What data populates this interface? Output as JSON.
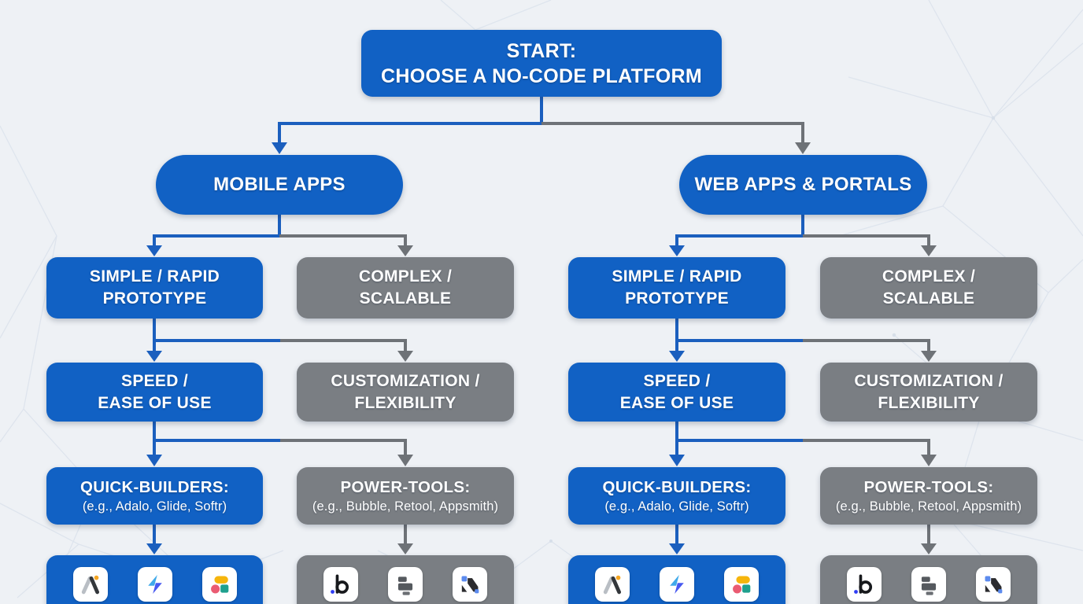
{
  "title": "No-code platform decision flowchart",
  "colors": {
    "primary_blue": "#1161c4",
    "secondary_gray": "#7a7e83",
    "connector_blue": "#1b5fbe",
    "connector_gray": "#6e7277",
    "background": "#eef1f5",
    "text": "#ffffff"
  },
  "flow": {
    "start": {
      "lines": [
        "START:",
        "CHOOSE A NO-CODE PLATFORM"
      ]
    },
    "branches": [
      {
        "label": "MOBILE APPS",
        "paths": [
          {
            "style": "blue",
            "nodes": [
              {
                "lines": [
                  "SIMPLE / RAPID",
                  "PROTOTYPE"
                ]
              },
              {
                "lines": [
                  "SPEED /",
                  "EASE OF USE"
                ]
              },
              {
                "lines": [
                  "QUICK-BUILDERS:",
                  "(e.g., Adalo, Glide, Softr)"
                ]
              },
              {
                "icons": [
                  "adalo-icon",
                  "glide-icon",
                  "softr-icon"
                ]
              }
            ]
          },
          {
            "style": "gray",
            "nodes": [
              {
                "lines": [
                  "COMPLEX /",
                  "SCALABLE"
                ]
              },
              {
                "lines": [
                  "CUSTOMIZATION /",
                  "FLEXIBILITY"
                ]
              },
              {
                "lines": [
                  "POWER-TOOLS:",
                  "(e.g., Bubble, Retool, Appsmith)"
                ]
              },
              {
                "icons": [
                  "bubble-icon",
                  "retool-icon",
                  "appsmith-icon"
                ]
              }
            ]
          }
        ]
      },
      {
        "label": "WEB APPS & PORTALS",
        "paths": [
          {
            "style": "blue",
            "nodes": [
              {
                "lines": [
                  "SIMPLE / RAPID",
                  "PROTOTYPE"
                ]
              },
              {
                "lines": [
                  "SPEED /",
                  "EASE OF USE"
                ]
              },
              {
                "lines": [
                  "QUICK-BUILDERS:",
                  "(e.g., Adalo, Glide, Softr)"
                ]
              },
              {
                "icons": [
                  "adalo-icon",
                  "glide-icon",
                  "softr-icon"
                ]
              }
            ]
          },
          {
            "style": "gray",
            "nodes": [
              {
                "lines": [
                  "COMPLEX /",
                  "SCALABLE"
                ]
              },
              {
                "lines": [
                  "CUSTOMIZATION /",
                  "FLEXIBILITY"
                ]
              },
              {
                "lines": [
                  "POWER-TOOLS:",
                  "(e.g., Bubble, Retool, Appsmith)"
                ]
              },
              {
                "icons": [
                  "bubble-icon",
                  "retool-icon",
                  "appsmith-icon"
                ]
              }
            ]
          }
        ]
      }
    ]
  }
}
